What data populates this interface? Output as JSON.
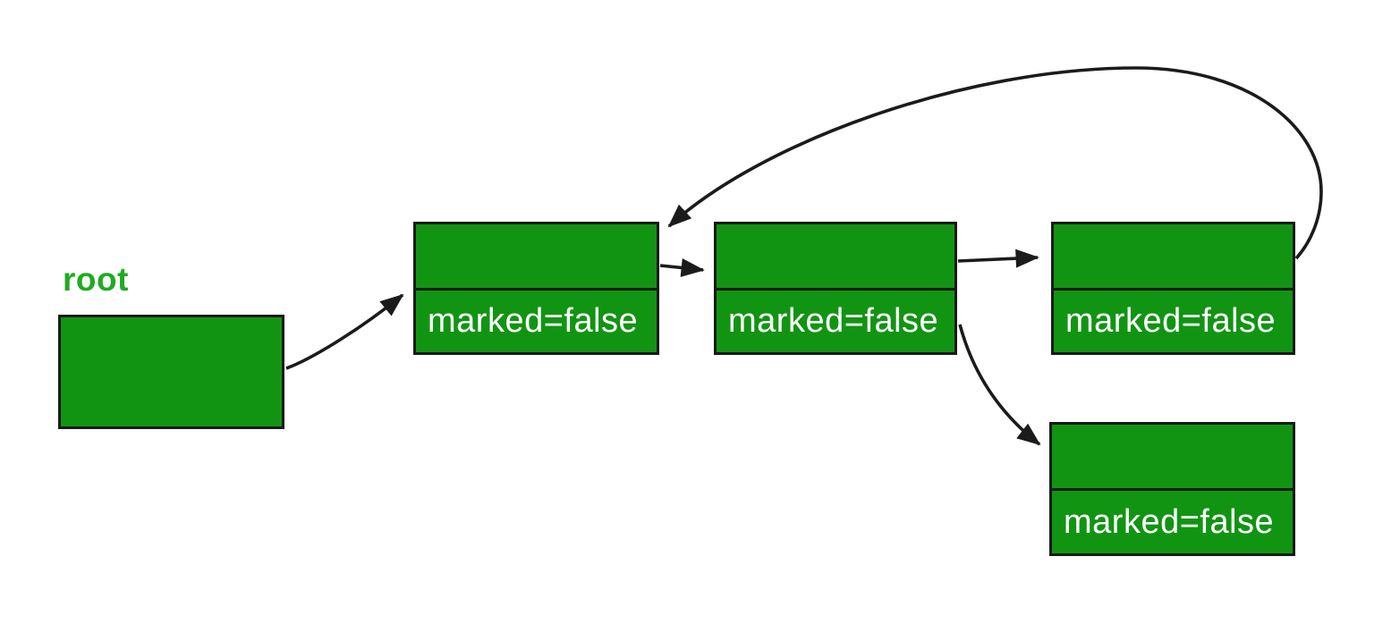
{
  "diagram": {
    "title_hint": "mark-and-sweep object graph",
    "root_label": "root",
    "nodes": [
      {
        "id": "node-1",
        "label": "marked=false"
      },
      {
        "id": "node-2",
        "label": "marked=false"
      },
      {
        "id": "node-3",
        "label": "marked=false"
      },
      {
        "id": "node-4",
        "label": "marked=false"
      }
    ],
    "edges": [
      {
        "from": "root",
        "to": "node-1"
      },
      {
        "from": "node-1",
        "to": "node-2"
      },
      {
        "from": "node-2",
        "to": "node-3"
      },
      {
        "from": "node-2",
        "to": "node-4"
      },
      {
        "from": "node-3",
        "to": "node-1"
      }
    ],
    "colors": {
      "node_fill": "#129413",
      "node_border": "#1a1a1a",
      "node_text": "#ffffff",
      "root_label_color": "#22aa22",
      "edge": "#1b1b1b",
      "background": "#ffffff"
    }
  }
}
